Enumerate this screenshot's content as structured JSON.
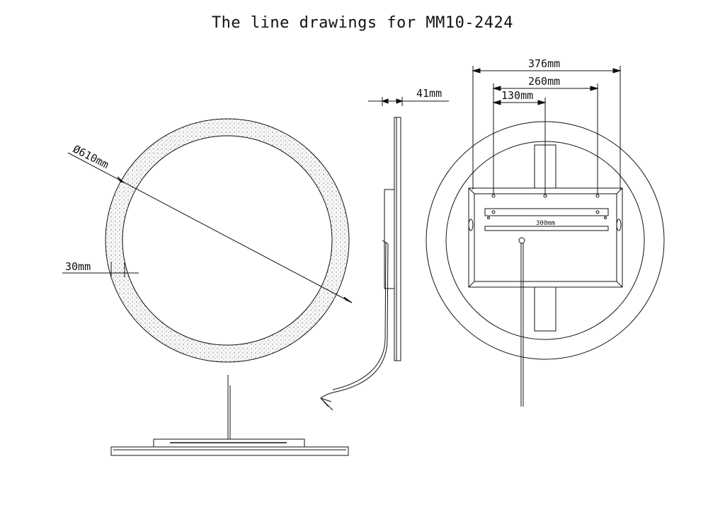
{
  "title": "The line drawings for MM10-2424",
  "dimensions": {
    "diameter": "Ø610mm",
    "band": "30mm",
    "depth": "41mm",
    "width_total": "376mm",
    "width_holes": "260mm",
    "half_width": "130mm",
    "bar_width": "300mm"
  },
  "colors": {
    "line": "#111111",
    "band_fill": "#cfcfcf"
  }
}
